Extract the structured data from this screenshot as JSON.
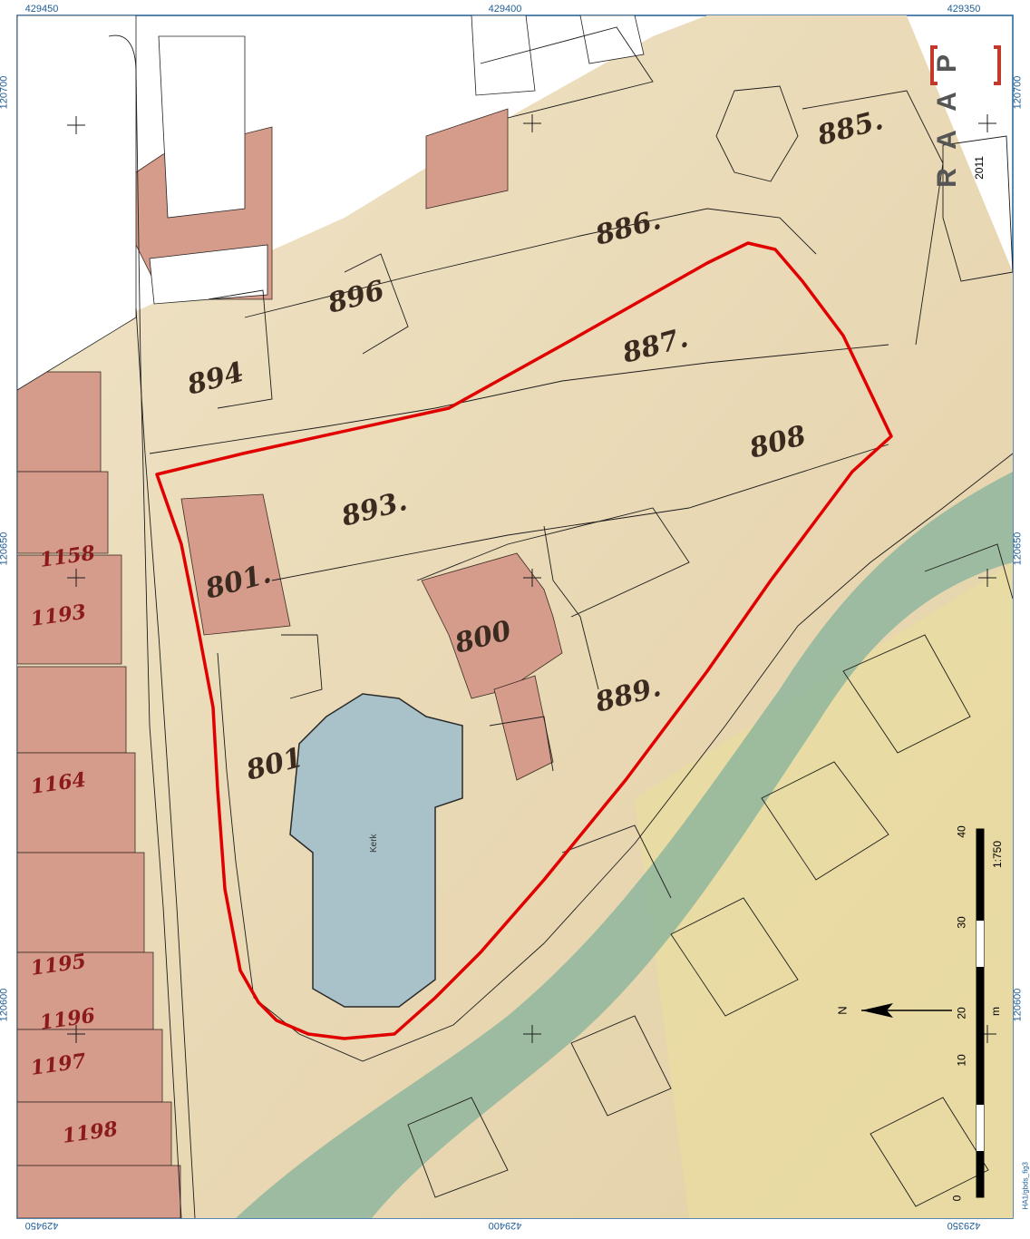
{
  "map": {
    "coords": {
      "x_top": [
        "429450",
        "429400",
        "429350"
      ],
      "x_bottom": [
        "429450",
        "429400",
        "429350"
      ],
      "y_left": [
        "120700",
        "120650",
        "120600"
      ],
      "y_right": [
        "120700",
        "120650",
        "120600"
      ]
    },
    "parcels": [
      "885.",
      "886.",
      "896",
      "894",
      "887.",
      "808",
      "893.",
      "801.",
      "800",
      "889.",
      "801",
      "1158",
      "1193",
      "1164",
      "1195",
      "1196",
      "1197",
      "1198"
    ],
    "church_label": "Kerk",
    "colors": {
      "frame": "#1f5d96",
      "outline": "#e10000",
      "paper": "#eadbb9",
      "building": "#d59c8c",
      "water": "#8fb69e",
      "church": "#a9c2c9"
    }
  },
  "scale_bar": {
    "ticks": [
      "0",
      "10",
      "20",
      "30",
      "40"
    ],
    "unit": "m",
    "ratio": "1:750"
  },
  "north_arrow": {
    "label": "N"
  },
  "logo": {
    "letters": [
      "R",
      "A",
      "A",
      "P"
    ],
    "year": "2011"
  },
  "figure_code": "HA1/gbds_fig3"
}
